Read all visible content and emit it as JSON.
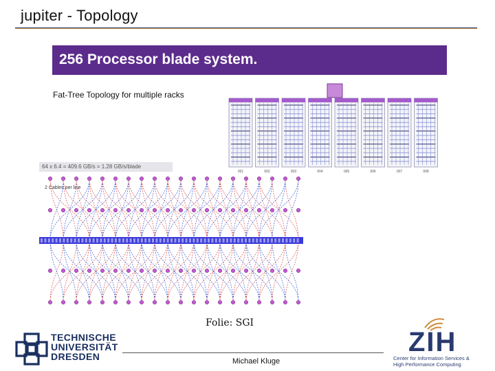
{
  "slide": {
    "title": "jupiter - Topology",
    "credit": "Folie: SGI",
    "presenter": "Michael Kluge"
  },
  "figure": {
    "banner": "256 Processor blade system.",
    "subtitle": "Fat-Tree Topology for multiple racks",
    "bandwidth_note": "64 x 6.4 = 409.6 GB/s = 1.28 GB/s/blade",
    "cables_note": "2 Cables per line",
    "rack_labels": [
      "001",
      "002",
      "003",
      "004",
      "005",
      "006",
      "007",
      "008"
    ]
  },
  "logos": {
    "tud": [
      "TECHNISCHE",
      "UNIVERSITÄT",
      "DRESDEN"
    ],
    "zih_mark": "ZIH",
    "zih_lines": [
      "Center for Information Services &",
      "High Performance Computing"
    ]
  },
  "colors": {
    "accent_purple": "#5c2c8c",
    "navy": "#1a3060",
    "orange": "#d08a3a",
    "cable_red": "#d9504a",
    "cable_blue": "#3a5ad6"
  }
}
